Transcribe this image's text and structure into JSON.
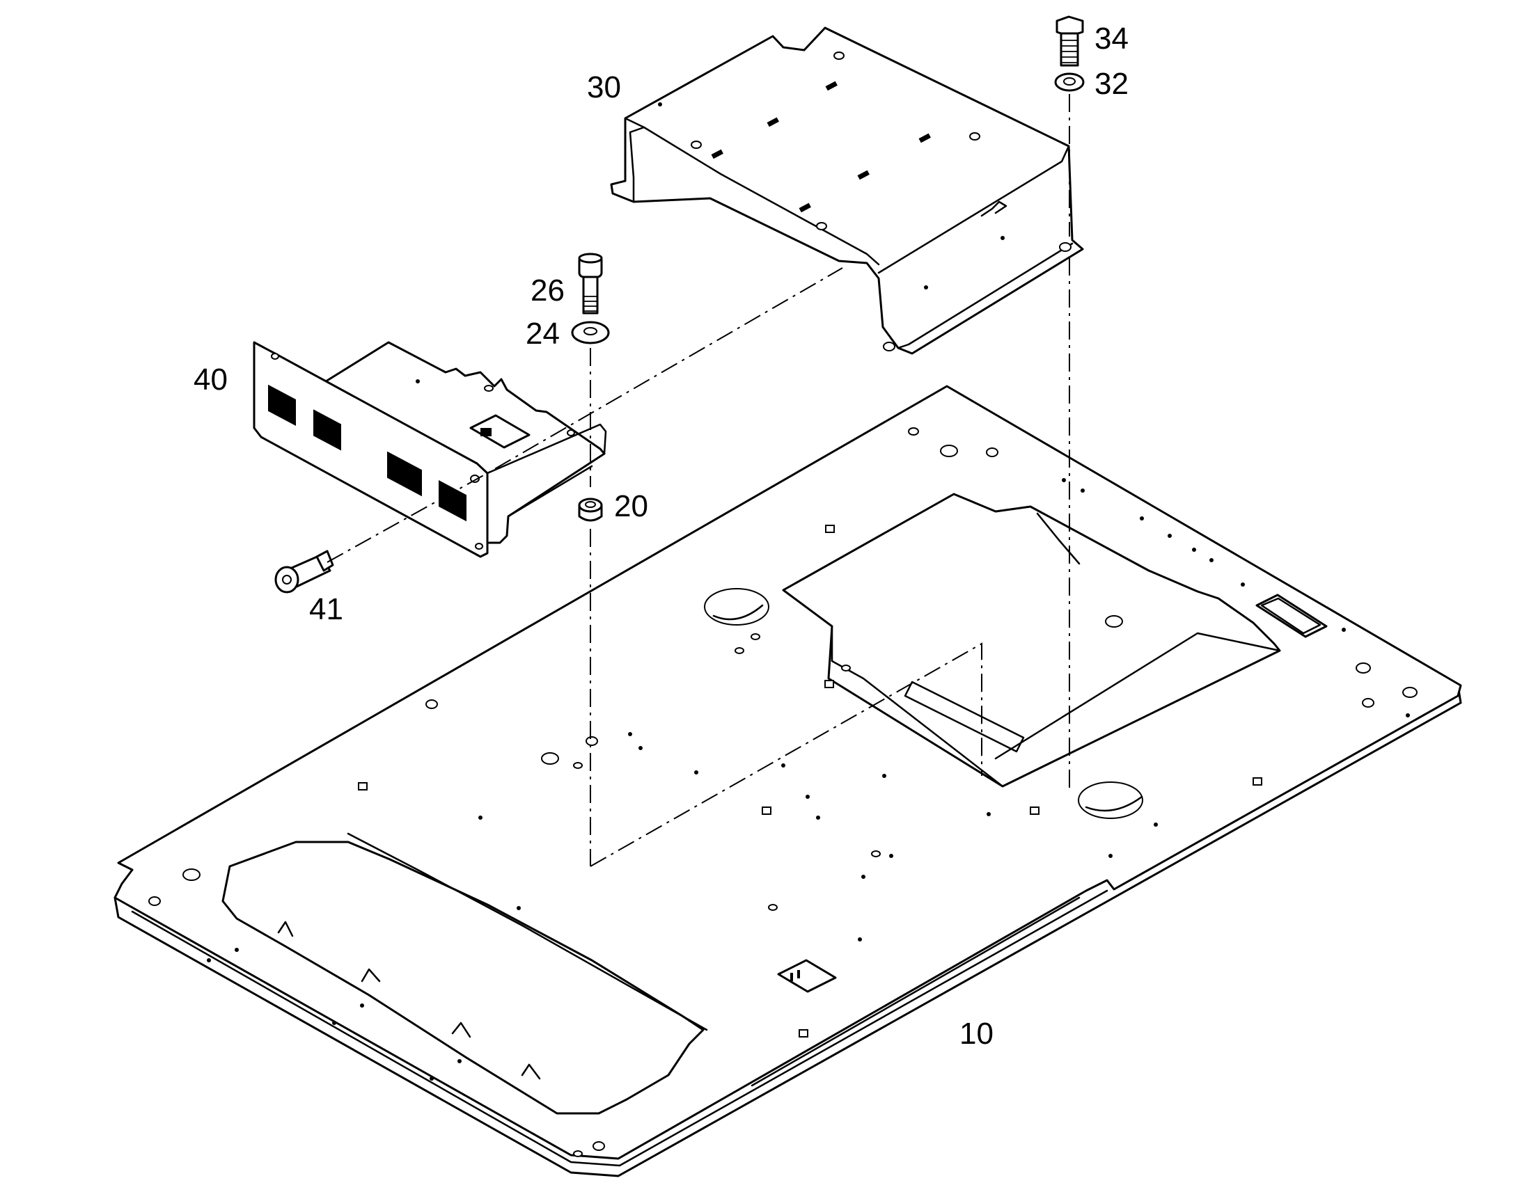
{
  "diagram": {
    "type": "exploded-parts-view",
    "callouts": {
      "base_plate": "10",
      "spacer": "20",
      "washer_large": "24",
      "shoulder_screw": "26",
      "upper_bracket": "30",
      "lock_washer": "32",
      "hex_bolt": "34",
      "front_panel": "40",
      "cap_screw": "41"
    }
  }
}
